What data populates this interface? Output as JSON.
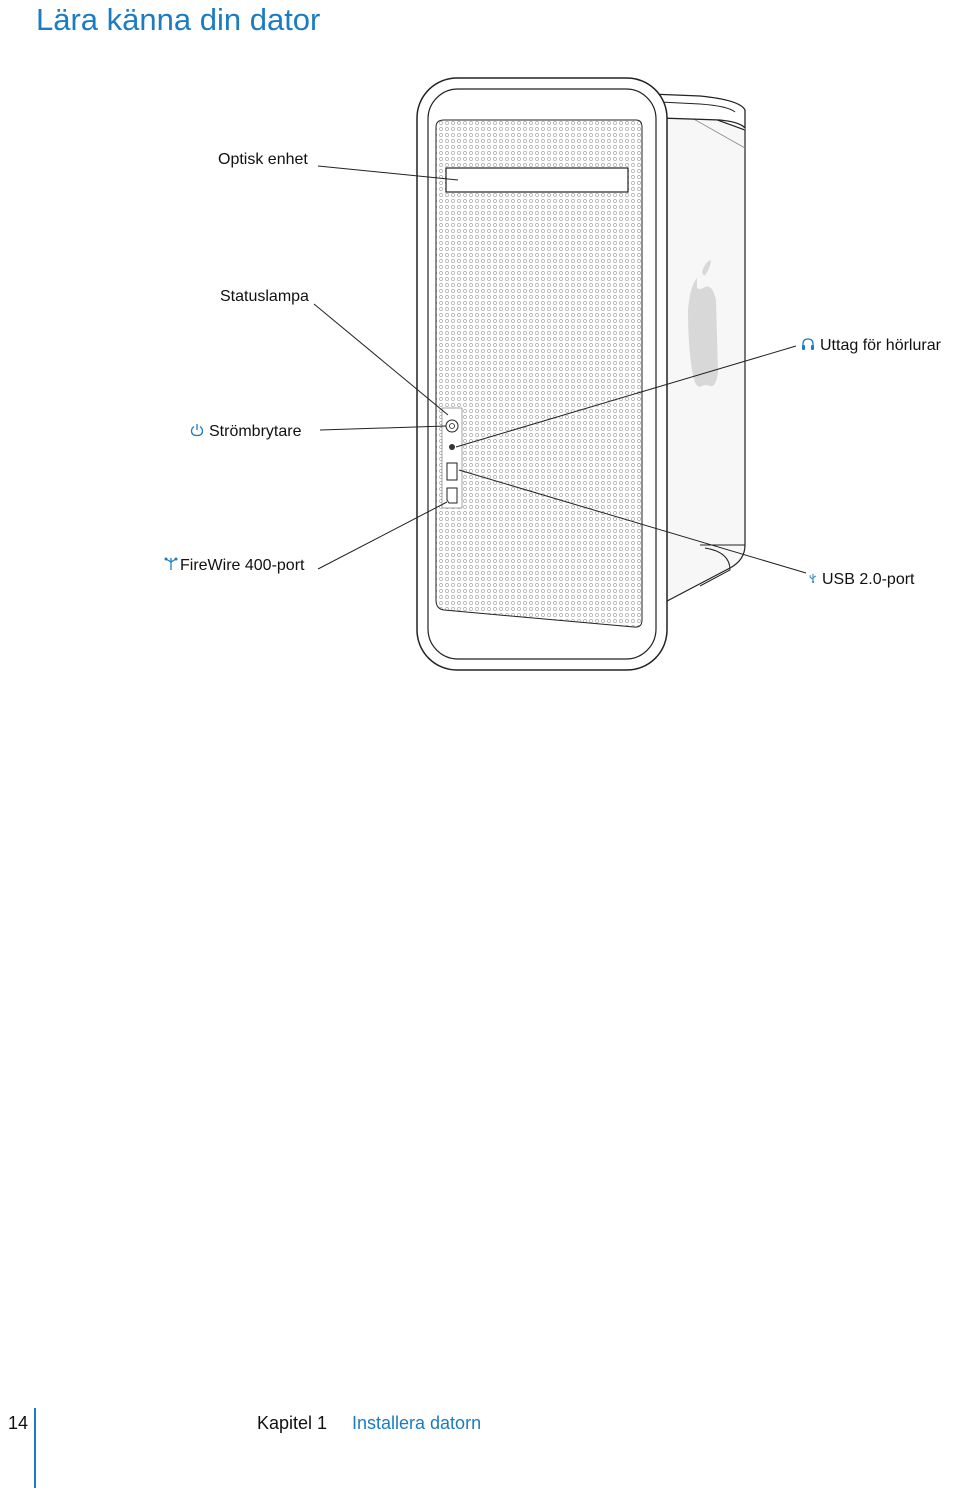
{
  "page": {
    "title": "Lära känna din dator",
    "accent_color": "#1b7cc2"
  },
  "figure": {
    "callouts": {
      "optical_drive": "Optisk enhet",
      "status_light": "Statuslampa",
      "headphone_port": "Uttag för hörlurar",
      "power_button": "Strömbrytare",
      "firewire_port": "FireWire 400-port",
      "usb_port": "USB 2.0-port"
    },
    "icons": {
      "headphone": "headphone-icon",
      "power": "power-icon",
      "firewire": "firewire-icon",
      "usb": "usb-icon"
    }
  },
  "footer": {
    "page_number": "14",
    "chapter_label": "Kapitel 1",
    "chapter_title": "Installera datorn"
  }
}
